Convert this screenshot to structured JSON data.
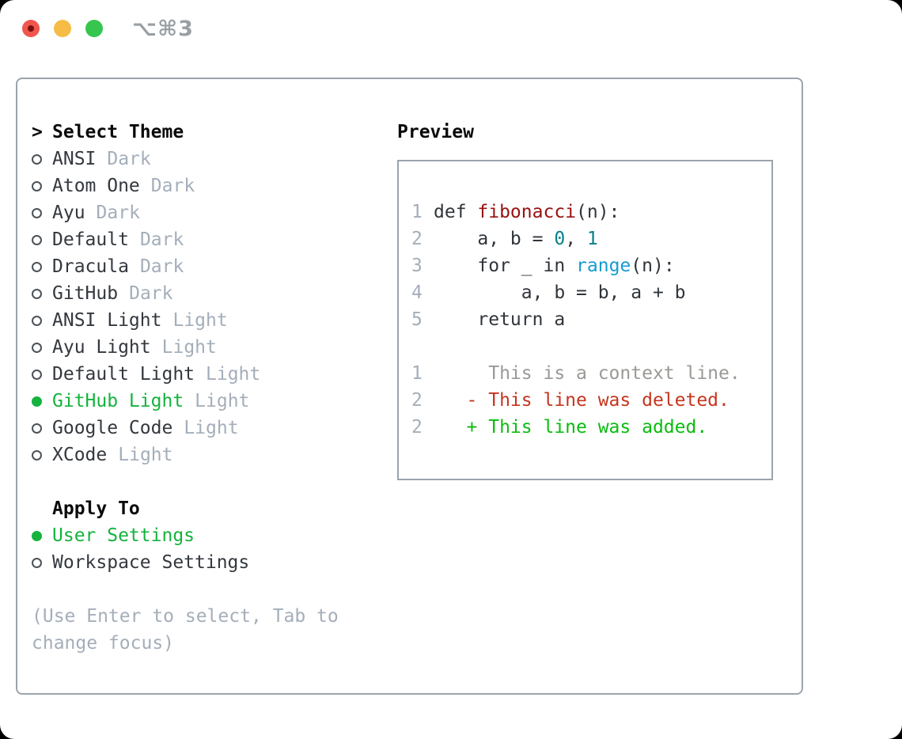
{
  "titlebar": {
    "shortcut": "⌥⌘3"
  },
  "left_panel": {
    "prompt": ">",
    "title": "Select Theme",
    "themes": [
      {
        "name": "ANSI",
        "variant": "Dark",
        "selected": false
      },
      {
        "name": "Atom One",
        "variant": "Dark",
        "selected": false
      },
      {
        "name": "Ayu",
        "variant": "Dark",
        "selected": false
      },
      {
        "name": "Default",
        "variant": "Dark",
        "selected": false
      },
      {
        "name": "Dracula",
        "variant": "Dark",
        "selected": false
      },
      {
        "name": "GitHub",
        "variant": "Dark",
        "selected": false
      },
      {
        "name": "ANSI Light",
        "variant": "Light",
        "selected": false
      },
      {
        "name": "Ayu Light",
        "variant": "Light",
        "selected": false
      },
      {
        "name": "Default Light",
        "variant": "Light",
        "selected": false
      },
      {
        "name": "GitHub Light",
        "variant": "Light",
        "selected": true
      },
      {
        "name": "Google Code",
        "variant": "Light",
        "selected": false
      },
      {
        "name": "XCode",
        "variant": "Light",
        "selected": false
      }
    ],
    "apply_to": {
      "title": "Apply To",
      "options": [
        {
          "name": "User Settings",
          "selected": true
        },
        {
          "name": "Workspace Settings",
          "selected": false
        }
      ]
    },
    "help": [
      "(Use Enter to select, Tab to",
      "change focus)"
    ]
  },
  "preview": {
    "title": "Preview",
    "code_lines": [
      {
        "num": "1",
        "tokens": [
          {
            "t": "def ",
            "c": "keyword"
          },
          {
            "t": "fibonacci",
            "c": "func"
          },
          {
            "t": "(n):",
            "c": "plain"
          }
        ]
      },
      {
        "num": "2",
        "tokens": [
          {
            "t": "    a, b = ",
            "c": "plain"
          },
          {
            "t": "0",
            "c": "number"
          },
          {
            "t": ", ",
            "c": "plain"
          },
          {
            "t": "1",
            "c": "number"
          }
        ]
      },
      {
        "num": "3",
        "tokens": [
          {
            "t": "    ",
            "c": "plain"
          },
          {
            "t": "for",
            "c": "keyword"
          },
          {
            "t": " _ ",
            "c": "plain"
          },
          {
            "t": "in",
            "c": "keyword"
          },
          {
            "t": " ",
            "c": "plain"
          },
          {
            "t": "range",
            "c": "builtin"
          },
          {
            "t": "(n):",
            "c": "plain"
          }
        ]
      },
      {
        "num": "4",
        "tokens": [
          {
            "t": "        a, b = b, a + b",
            "c": "plain"
          }
        ]
      },
      {
        "num": "5",
        "tokens": [
          {
            "t": "    ",
            "c": "plain"
          },
          {
            "t": "return",
            "c": "keyword"
          },
          {
            "t": " a",
            "c": "plain"
          }
        ]
      }
    ],
    "diff_lines": [
      {
        "num": "1",
        "prefix": "     ",
        "text": "This is a context line.",
        "kind": "context"
      },
      {
        "num": "2",
        "prefix": "   - ",
        "text": "This line was deleted.",
        "kind": "deleted"
      },
      {
        "num": "2",
        "prefix": "   + ",
        "text": "This line was added.",
        "kind": "added"
      }
    ]
  },
  "colors": {
    "tl-red": "#f0564e",
    "tl-red-dot": "#77100c",
    "tl-yellow": "#f6bc45",
    "tl-green": "#36c64f",
    "muted-ui": "#9a9fa3",
    "border-gray": "#9ba4ad",
    "header-text": "#0a0a0a",
    "item-text": "#33383e",
    "muted-text": "#a4aeba",
    "ring-gray": "#4c5258",
    "selection-green": "#14b33d",
    "line-number": "#a4aeba",
    "code-text": "#30353b",
    "func-red": "#991111",
    "num-teal": "#068089",
    "builtin-blue": "#149bd3",
    "diff-context": "#999996",
    "diff-deleted": "#c5351e",
    "diff-added": "#0bbc10"
  }
}
